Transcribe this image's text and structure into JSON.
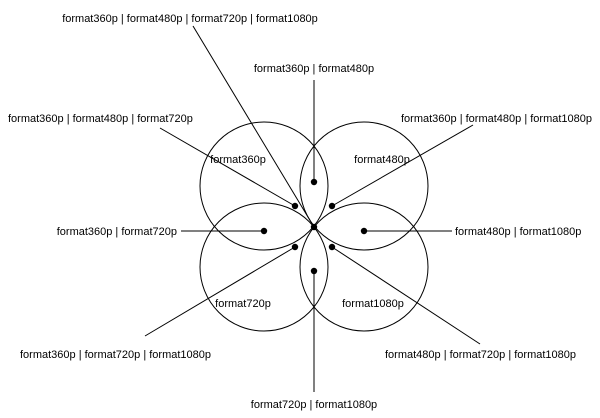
{
  "sets": [
    {
      "key": "a",
      "label": "format360p"
    },
    {
      "key": "b",
      "label": "format480p"
    },
    {
      "key": "c",
      "label": "format720p"
    },
    {
      "key": "d",
      "label": "format1080p"
    }
  ],
  "intersections": [
    {
      "key": "ab",
      "label": "format360p | format480p"
    },
    {
      "key": "ac",
      "label": "format360p | format720p"
    },
    {
      "key": "bd",
      "label": "format480p | format1080p"
    },
    {
      "key": "cd",
      "label": "format720p | format1080p"
    },
    {
      "key": "abc",
      "label": "format360p | format480p | format720p"
    },
    {
      "key": "abd",
      "label": "format360p | format480p | format1080p"
    },
    {
      "key": "acd",
      "label": "format360p | format720p | format1080p"
    },
    {
      "key": "bcd",
      "label": "format480p | format720p | format1080p"
    },
    {
      "key": "abcd",
      "label": "format360p | format480p | format720p | format1080p"
    }
  ]
}
